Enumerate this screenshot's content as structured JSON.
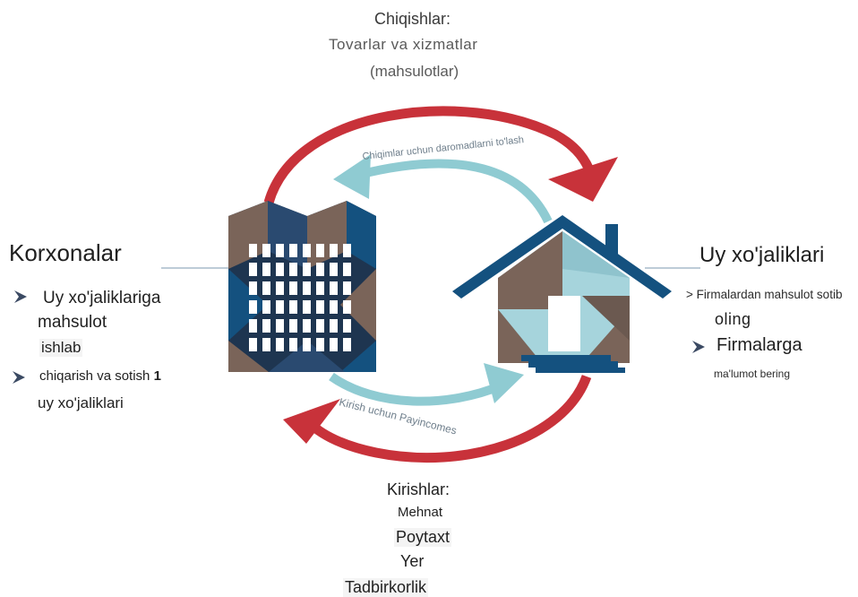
{
  "top": {
    "title": "Chiqishlar:",
    "line1": "Tovarlar va xizmatlar",
    "line2": "(mahsulotlar)"
  },
  "left": {
    "title": "Korxonalar",
    "bullet1_line1": "Uy xo'jaliklariga",
    "bullet1_line2": "mahsulot",
    "bullet1_line3": "ishlab",
    "bullet2_line1": "chiqarish va sotish",
    "bullet2_tail": "1",
    "bullet2_line2": "uy xo'jaliklari"
  },
  "right": {
    "title": "Uy xo'jaliklari",
    "bullet1_line1": "> Firmalardan mahsulot sotib",
    "bullet1_line2": "oling",
    "bullet2_line1": "Firmalarga",
    "bullet2_line2": "ma'lumot bering"
  },
  "bottom": {
    "title": "Kirishlar:",
    "item1": "Mehnat",
    "item2": "Poytaxt",
    "item3": "Yer",
    "item4": "Tadbirkorlik"
  },
  "arrows": {
    "upper_inner_label": "Chiqimlar uchun daromadlarni to'lash",
    "lower_inner_label": "Kirish uchun Payincomes"
  },
  "colors": {
    "red_arrow": "#c8323a",
    "teal_arrow": "#8fcbd2",
    "navy": "#14517f",
    "dark": "#1e3550",
    "brown": "#7a6459",
    "light_teal": "#a6d4dc"
  },
  "icons": {
    "bullet": "chevron-right-icon",
    "factory": "factory-building-icon",
    "house": "house-icon"
  }
}
